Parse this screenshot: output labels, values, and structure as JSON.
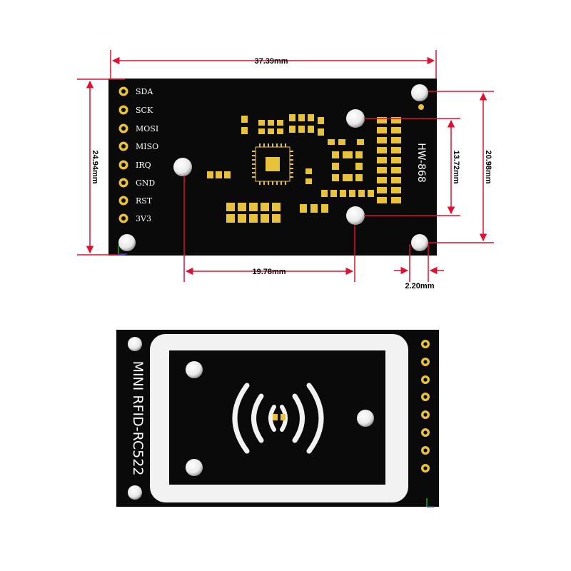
{
  "colors": {
    "board": "#0a0a0a",
    "pad": "#e8c23a",
    "dim_line": "#e01030",
    "silk": "#ffffff"
  },
  "top_view": {
    "pins": [
      "SDA",
      "SCK",
      "MOSI",
      "MISO",
      "IRQ",
      "GND",
      "RST",
      "3V3"
    ],
    "model": "HW-868",
    "dimensions": {
      "width": "37.39mm",
      "height": "24.94mm",
      "hole_spacing_vertical_outer": "20.98mm",
      "hole_spacing_vertical_inner": "13.72mm",
      "hole_spacing_horizontal": "19.78mm",
      "hole_offset": "2.20mm"
    }
  },
  "bottom_view": {
    "title": "MINI RFID-RC522",
    "icon": "rfid-wave-icon"
  }
}
